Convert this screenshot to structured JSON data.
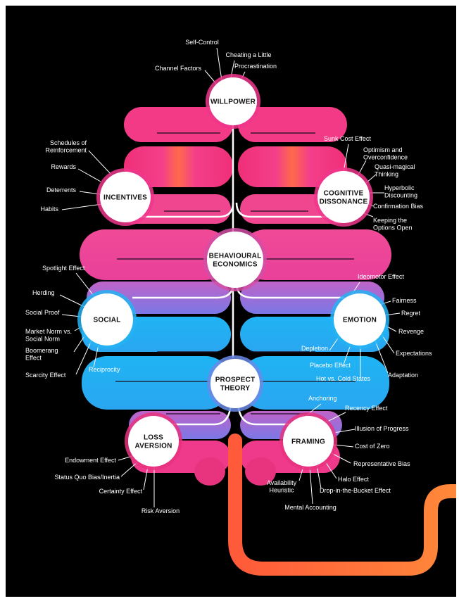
{
  "colors": {
    "background": "#000000",
    "pink": "#f0368c",
    "pink_light": "#f7579f",
    "magenta": "#e83377",
    "blue": "#25b3f3",
    "orange": "#ff7a33",
    "node_fill": "#ffffff",
    "connector": "#ffffff"
  },
  "nodes": {
    "willpower": {
      "lines": [
        "WILLPOWER"
      ]
    },
    "incentives": {
      "lines": [
        "INCENTIVES"
      ]
    },
    "cognitive_dissonance": {
      "lines": [
        "COGNITIVE",
        "DISSONANCE"
      ]
    },
    "behavioural_economics": {
      "lines": [
        "BEHAVIOURAL",
        "ECONOMICS"
      ]
    },
    "social": {
      "lines": [
        "SOCIAL"
      ]
    },
    "emotion": {
      "lines": [
        "EMOTION"
      ]
    },
    "prospect_theory": {
      "lines": [
        "PROSPECT",
        "THEORY"
      ]
    },
    "loss_aversion": {
      "lines": [
        "LOSS",
        "AVERSION"
      ]
    },
    "framing": {
      "lines": [
        "FRAMING"
      ]
    }
  },
  "labels": {
    "willpower": [
      [
        "Self-Control"
      ],
      [
        "Cheating a Little"
      ],
      [
        "Channel Factors"
      ],
      [
        "Procrastination"
      ]
    ],
    "incentives": [
      [
        "Schedules of",
        "Reinforcement"
      ],
      [
        "Rewards"
      ],
      [
        "Deterrents"
      ],
      [
        "Habits"
      ]
    ],
    "cognitive_dissonance": [
      [
        "Sunk Cost Effect"
      ],
      [
        "Optimism and",
        "Overconfidence"
      ],
      [
        "Quasi-magical",
        "Thinking"
      ],
      [
        "Hyperbolic",
        "Discounting"
      ],
      [
        "Confirmation Bias"
      ],
      [
        "Keeping the",
        "Options Open"
      ]
    ],
    "social": [
      [
        "Spotlight Effect"
      ],
      [
        "Herding"
      ],
      [
        "Social Proof"
      ],
      [
        "Market Norm vs.",
        "Social Norm"
      ],
      [
        "Boomerang",
        "Effect"
      ],
      [
        "Scarcity Effect"
      ],
      [
        "Reciprocity"
      ]
    ],
    "emotion": [
      [
        "Ideomotor Effect"
      ],
      [
        "Fairness"
      ],
      [
        "Regret"
      ],
      [
        "Revenge"
      ],
      [
        "Expectations"
      ],
      [
        "Adaptation"
      ],
      [
        "Depletion"
      ],
      [
        "Placebo Effect"
      ],
      [
        "Hot vs. Cold States"
      ]
    ],
    "framing": [
      [
        "Anchoring"
      ],
      [
        "Recency Effect"
      ],
      [
        "Illusion of Progress"
      ],
      [
        "Cost of Zero"
      ],
      [
        "Representative Bias"
      ],
      [
        "Halo Effect"
      ],
      [
        "Drop-in-the-Bucket Effect"
      ],
      [
        "Availability",
        "Heuristic"
      ],
      [
        "Mental Accounting"
      ]
    ],
    "loss_aversion": [
      [
        "Endowment Effect"
      ],
      [
        "Status Quo Bias/Inertia"
      ],
      [
        "Certainty Effect"
      ],
      [
        "Risk Aversion"
      ]
    ]
  }
}
